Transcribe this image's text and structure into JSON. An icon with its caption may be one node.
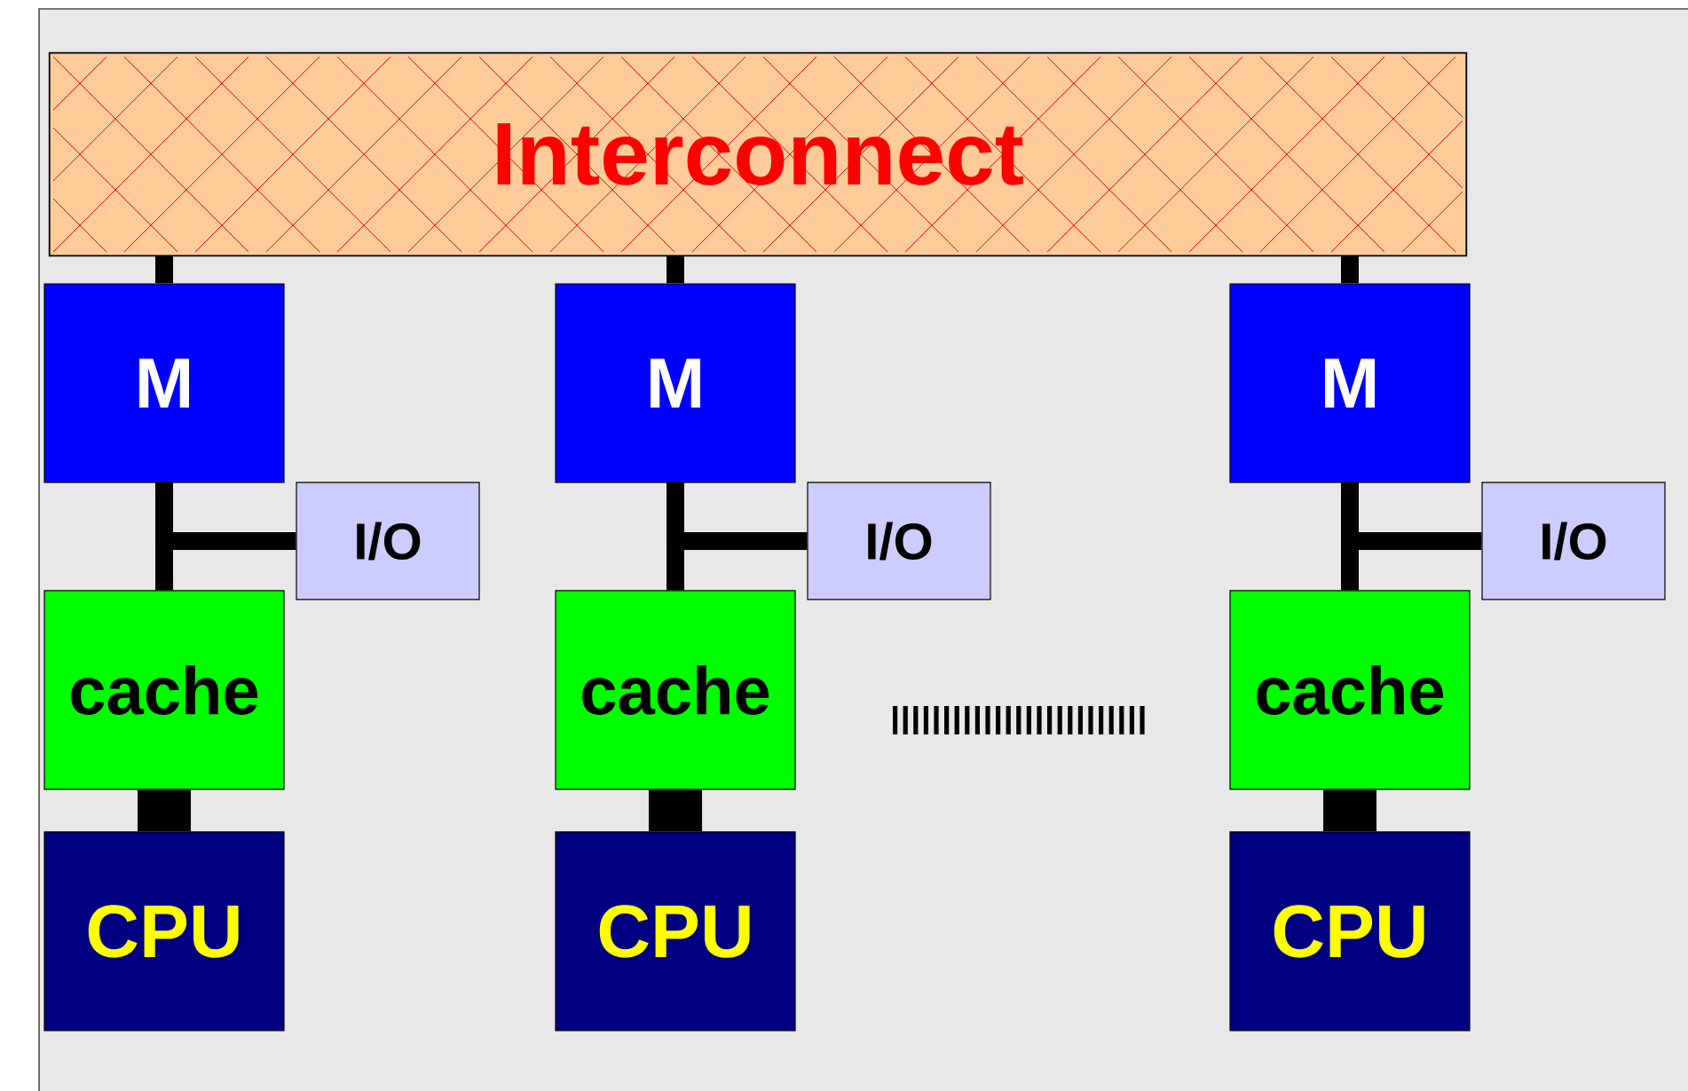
{
  "diagram": {
    "nodes": [
      {
        "text": [
          "Interconnect"
        ]
      },
      {
        "text": [
          "M"
        ]
      },
      {
        "text": [
          "I/O"
        ]
      },
      {
        "text": [
          "cache"
        ]
      },
      {
        "text": [
          "CPU"
        ]
      },
      {
        "text": [
          "M"
        ]
      },
      {
        "text": [
          "I/O"
        ]
      },
      {
        "text": [
          "cache"
        ]
      },
      {
        "text": [
          "CPU"
        ]
      },
      {
        "text": [
          "M"
        ]
      },
      {
        "text": [
          "I/O"
        ]
      },
      {
        "text": [
          "cache"
        ]
      },
      {
        "text": [
          "CPU"
        ]
      }
    ],
    "edges": [
      {
        "from": 0,
        "to": 1,
        "arrow": "none"
      },
      {
        "from": 1,
        "to": 3,
        "arrow": "none"
      },
      {
        "from": 1,
        "to": 2,
        "arrow": "none"
      },
      {
        "from": 3,
        "to": 4,
        "arrow": "none",
        "style": "thick"
      },
      {
        "from": 0,
        "to": 5,
        "arrow": "none"
      },
      {
        "from": 5,
        "to": 7,
        "arrow": "none"
      },
      {
        "from": 5,
        "to": 6,
        "arrow": "none"
      },
      {
        "from": 7,
        "to": 8,
        "arrow": "none",
        "style": "thick"
      },
      {
        "from": 0,
        "to": 9,
        "arrow": "none"
      },
      {
        "from": 9,
        "to": 11,
        "arrow": "none"
      },
      {
        "from": 9,
        "to": 10,
        "arrow": "none"
      },
      {
        "from": 11,
        "to": 12,
        "arrow": "none",
        "style": "thick"
      }
    ]
  }
}
